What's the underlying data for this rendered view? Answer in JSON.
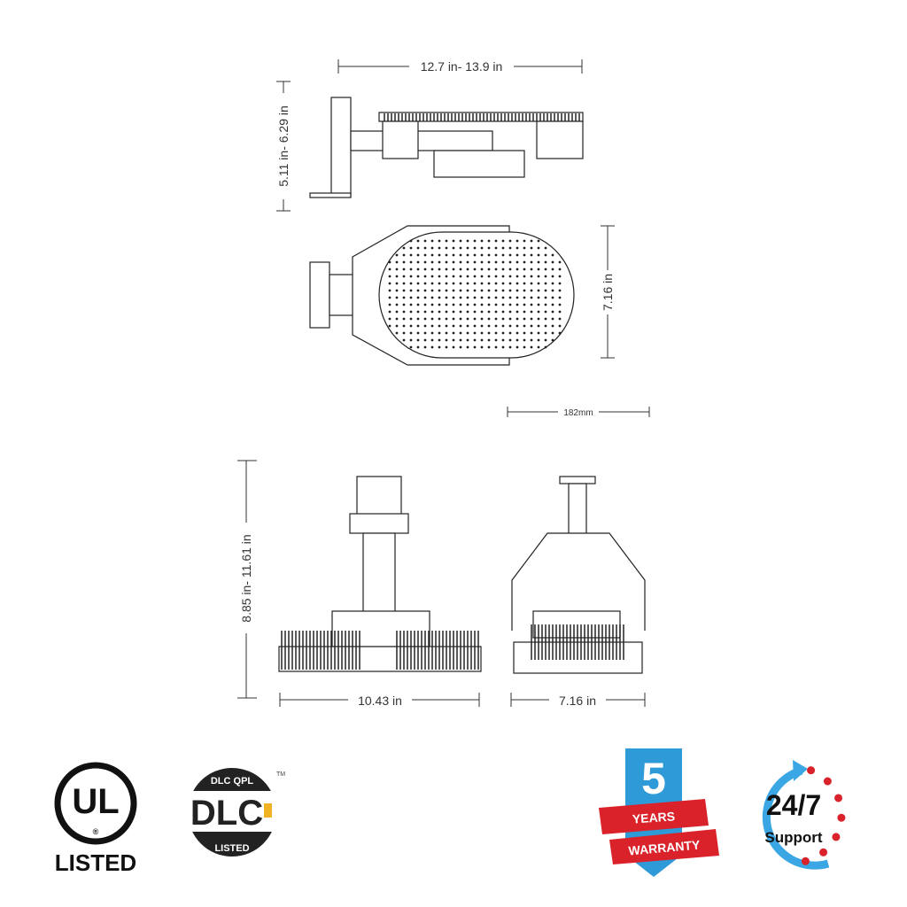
{
  "dimensions": {
    "side_width": "12.7 in- 13.9 in",
    "side_height": "5.11 in- 6.29 in",
    "top_height": "7.16 in",
    "top_scale": "182mm",
    "front_height": "8.85 in- 11.61 in",
    "front_width": "10.43 in",
    "end_width": "7.16 in"
  },
  "badges": {
    "ul": {
      "mark": "UL",
      "registered": "®",
      "label": "LISTED"
    },
    "dlc": {
      "top": "DLC QPL",
      "mark": "DLC",
      "bottom": "LISTED",
      "tm": "TM"
    },
    "warranty": {
      "number": "5",
      "line1": "YEARS",
      "line2": "WARRANTY"
    },
    "support": {
      "hours": "24/7",
      "label": "Support"
    }
  },
  "colors": {
    "line": "#222222",
    "warranty_blue": "#2f9ad8",
    "warranty_red": "#d9222a",
    "support_blue": "#3aa6e3",
    "support_red": "#d9222a",
    "dlc_yellow": "#f0b323"
  }
}
